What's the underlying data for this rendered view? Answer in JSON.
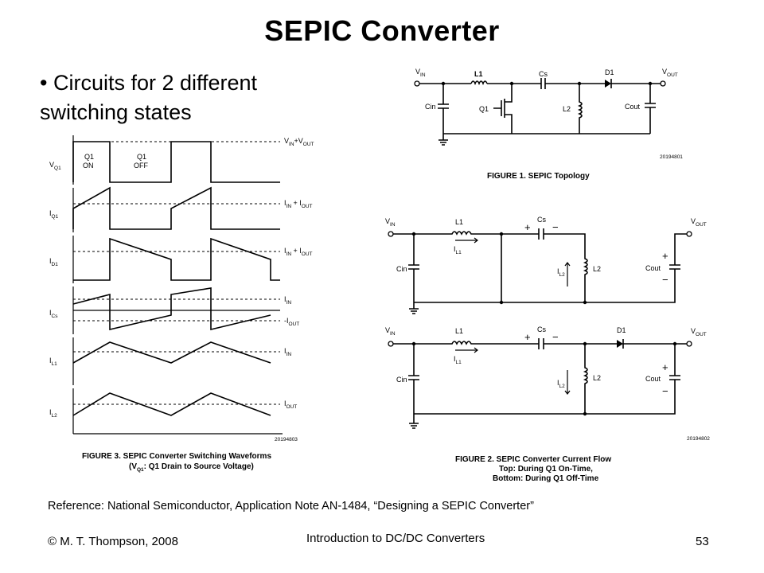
{
  "title": "SEPIC Converter",
  "bullet": "• Circuits for 2 different switching states",
  "waveforms": {
    "rows": [
      {
        "name": "V",
        "sub": "Q1",
        "right": "V",
        "right_sub": "IN",
        "right2": "+V",
        "right2_sub": "OUT"
      },
      {
        "name": "I",
        "sub": "Q1",
        "right": "I",
        "right_sub": "IN",
        "right2": " + I",
        "right2_sub": "OUT"
      },
      {
        "name": "I",
        "sub": "D1",
        "right": "I",
        "right_sub": "IN",
        "right2": " + I",
        "right2_sub": "OUT"
      },
      {
        "name": "I",
        "sub": "Cs",
        "right": "I",
        "right_sub": "IN",
        "right3": "-I",
        "right3_sub": "OUT"
      },
      {
        "name": "I",
        "sub": "L1",
        "right": "I",
        "right_sub": "IN"
      },
      {
        "name": "I",
        "sub": "L2",
        "right": "I",
        "right_sub": "OUT"
      }
    ],
    "q1_on": [
      "Q1",
      "ON"
    ],
    "q1_off": [
      "Q1",
      "OFF"
    ],
    "code": "20194803",
    "caption_line1": "FIGURE 3. SEPIC Converter Switching Waveforms",
    "caption_line2_a": "(V",
    "caption_line2_sub": "Q1",
    "caption_line2_b": ": Q1 Drain to Source Voltage)"
  },
  "topology": {
    "vin": "V",
    "vin_sub": "IN",
    "vout": "V",
    "vout_sub": "OUT",
    "l1": "L1",
    "cs": "Cs",
    "d1": "D1",
    "cin": "Cin",
    "q1": "Q1",
    "l2": "L2",
    "cout": "Cout",
    "code": "20194801",
    "caption": "FIGURE 1. SEPIC Topology"
  },
  "current_flow": {
    "vin": "V",
    "vin_sub": "IN",
    "vout": "V",
    "vout_sub": "OUT",
    "l1": "L1",
    "cs": "Cs",
    "d1": "D1",
    "cin": "Cin",
    "l2": "L2",
    "cout": "Cout",
    "il1": "I",
    "il1_sub": "L1",
    "il2": "I",
    "il2_sub": "L2",
    "plus": "+",
    "minus": "−",
    "code": "20194802",
    "caption_line1": "FIGURE 2. SEPIC Converter Current Flow",
    "caption_line2": "Top: During Q1 On-Time,",
    "caption_line3": "Bottom: During Q1 Off-Time"
  },
  "reference": "Reference:  National Semiconductor, Application Note AN-1484, “Designing a SEPIC Converter”",
  "footer": {
    "copyright": "© M. T. Thompson, 2008",
    "course": "Introduction to DC/DC Converters",
    "page": "53"
  }
}
